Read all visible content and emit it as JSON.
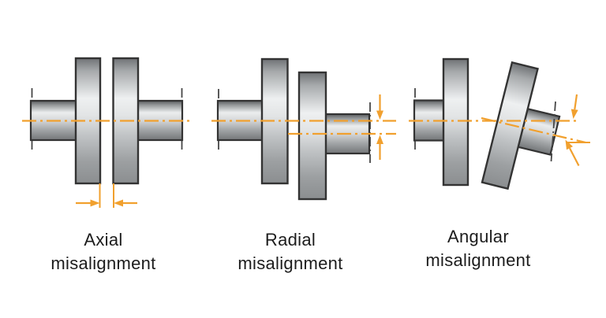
{
  "page": {
    "background": "#ffffff"
  },
  "colors": {
    "accent_orange": "#F1A02E",
    "outline_dark": "#333333",
    "dashdot_gray": "#474747",
    "caption_text": "#1c1c1c",
    "metal_highlight": "#eef0f1",
    "metal_mid": "#b9bcbe",
    "metal_shadow": "#737678"
  },
  "figures": [
    {
      "id": "axial",
      "caption_line1": "Axial",
      "caption_line2": "misalignment"
    },
    {
      "id": "radial",
      "caption_line1": "Radial",
      "caption_line2": "misalignment"
    },
    {
      "id": "angular",
      "caption_line1": "Angular",
      "caption_line2": "misalignment"
    }
  ]
}
